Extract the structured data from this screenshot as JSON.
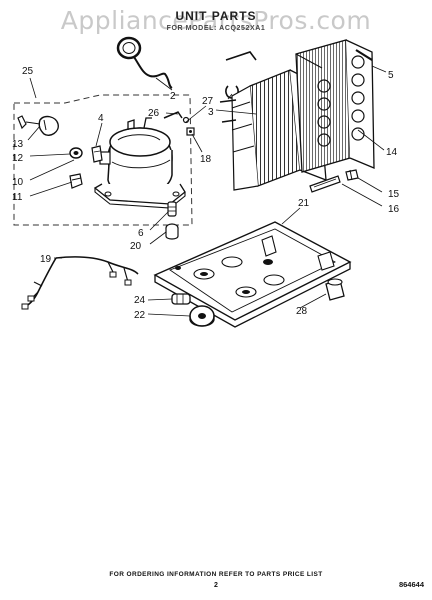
{
  "watermark": "AppliancePartsPros.com",
  "header": {
    "title": "UNIT PARTS",
    "subtitle": "FOR MODEL: ACQ252XA1"
  },
  "callouts": {
    "c2": "2",
    "c3": "3",
    "c4": "4",
    "c5": "5",
    "c6": "6",
    "c10": "10",
    "c11": "11",
    "c12": "12",
    "c13": "13",
    "c14": "14",
    "c15": "15",
    "c16": "16",
    "c18": "18",
    "c19": "19",
    "c20": "20",
    "c21": "21",
    "c22": "22",
    "c24": "24",
    "c25": "25",
    "c26": "26",
    "c27": "27",
    "c28": "28"
  },
  "footer": {
    "note": "FOR ORDERING INFORMATION REFER TO PARTS PRICE LIST",
    "page_number": "2",
    "doc_number": "864644"
  }
}
